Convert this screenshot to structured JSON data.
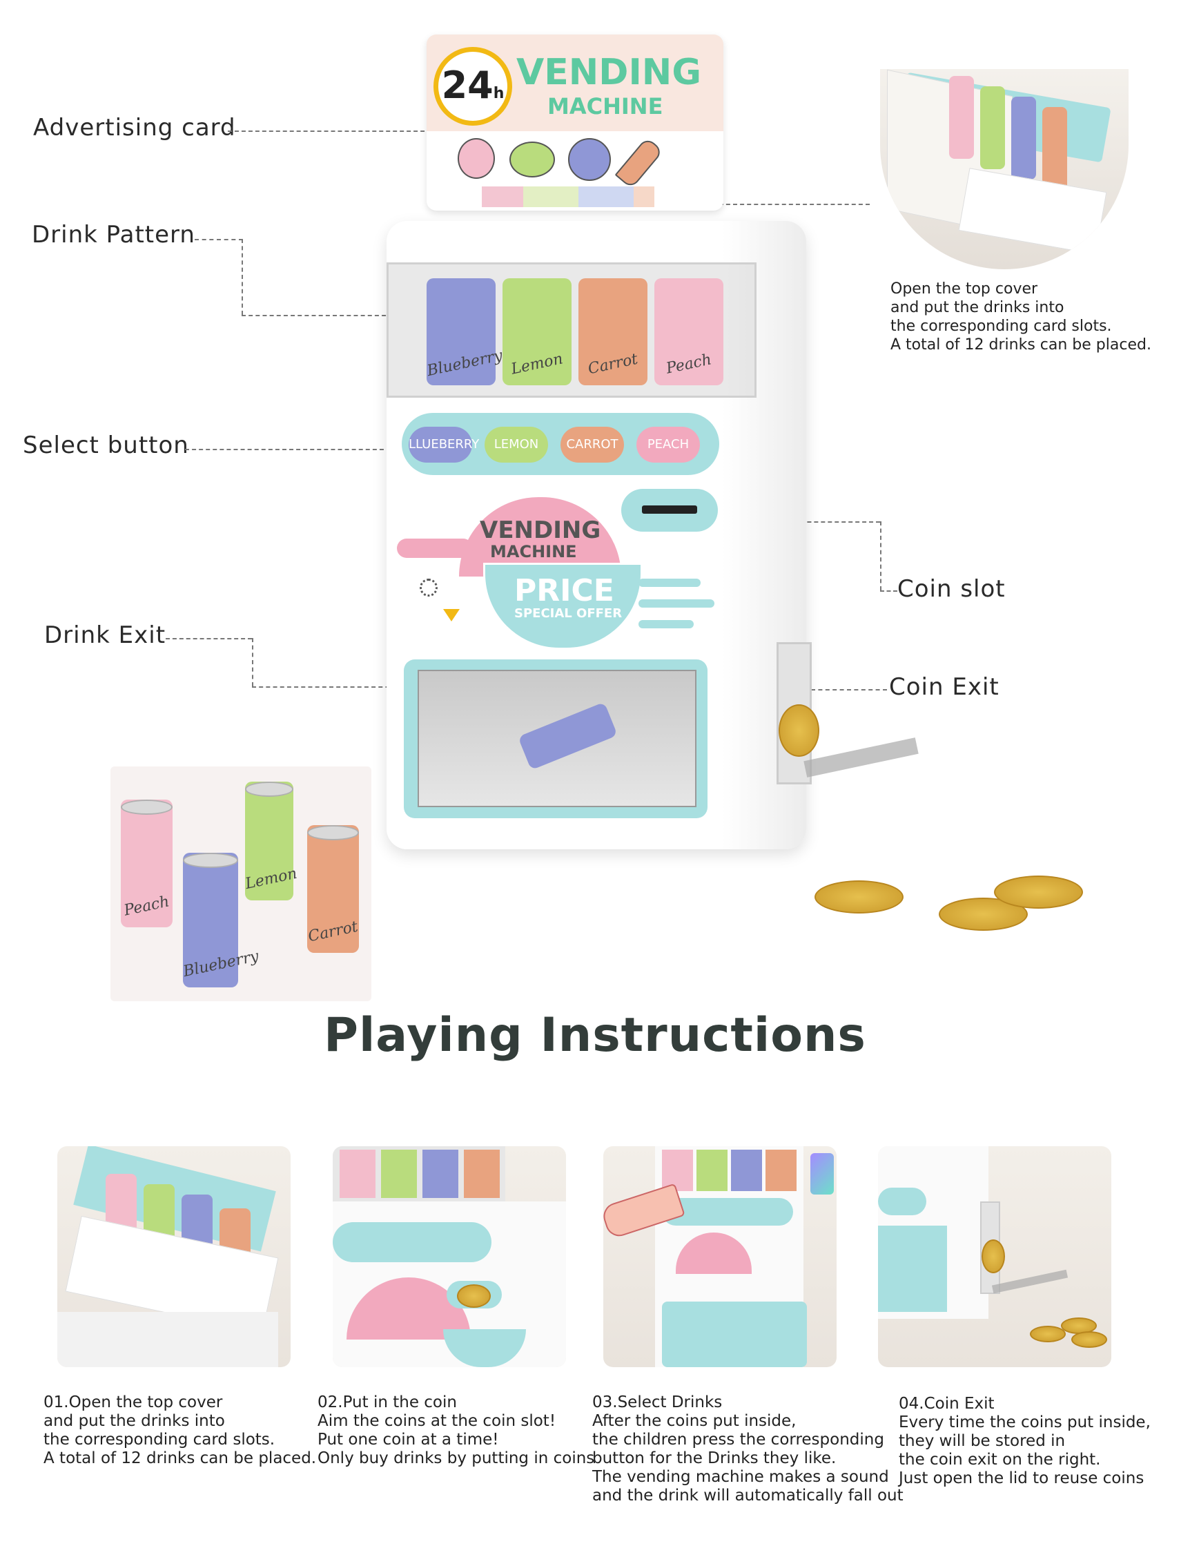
{
  "callouts": {
    "advertising_card": "Advertising card",
    "drink_pattern": "Drink Pattern",
    "select_button": "Select button",
    "drink_exit": "Drink Exit",
    "coin_slot": "Coin slot",
    "coin_exit": "Coin Exit"
  },
  "top_note": [
    "Open the top cover",
    "and put the drinks into",
    "the corresponding card slots.",
    "A total of 12 drinks can be placed."
  ],
  "sign": {
    "badge": "24",
    "badge_sub": "h",
    "line1": "VENDING",
    "line2": "MACHINE"
  },
  "machine": {
    "drinks": [
      "Blueberry",
      "Lemon",
      "Carrot",
      "Peach"
    ],
    "buttons": [
      "LLUEBERRY",
      "LEMON",
      "CARROT",
      "PEACH"
    ],
    "panel_line1": "VENDING",
    "panel_line2": "MACHINE",
    "price": "PRICE",
    "offer": "SPECIAL OFFER"
  },
  "cans": [
    "Peach",
    "Lemon",
    "Blueberry",
    "Carrot"
  ],
  "title": "Playing Instructions",
  "steps": [
    {
      "heading": "01.Open the top cover",
      "lines": [
        "and put the drinks into",
        "the corresponding card slots.",
        "A total of 12 drinks can be placed."
      ]
    },
    {
      "heading": "02.Put in the coin",
      "lines": [
        "Aim the coins at the coin slot!",
        "Put one coin at a time!",
        "Only buy drinks by putting in coins"
      ]
    },
    {
      "heading": "03.Select Drinks",
      "lines": [
        "After the coins put inside,",
        "the children press the corresponding",
        "button for the Drinks they like.",
        "The vending machine makes a sound",
        "and the drink will automatically fall out"
      ]
    },
    {
      "heading": "04.Coin Exit",
      "lines": [
        "Every time the coins put inside,",
        "they will be stored in",
        "the coin exit on the right.",
        "Just open the lid to reuse coins"
      ]
    }
  ],
  "colors": {
    "teal": "#a8dfe0",
    "pink": "#f2a9be",
    "blueberry": "#8f97d6",
    "lemon": "#b9dc7d",
    "carrot": "#e8a37f",
    "peach": "#f3bccb",
    "coin": "#d4a53a"
  }
}
